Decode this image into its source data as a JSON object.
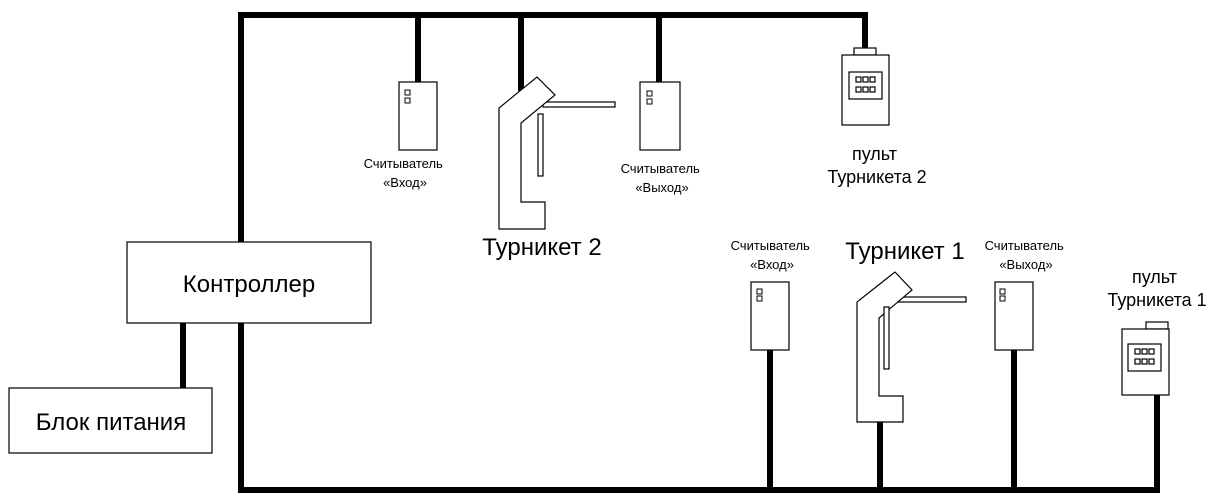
{
  "diagram": {
    "controller_label": "Контроллер",
    "power_supply_label": "Блок питания",
    "turnstile2": {
      "title": "Турникет 2",
      "reader_in": [
        "Считыватель",
        "«Вход»"
      ],
      "reader_out": [
        "Считыватель",
        "«Выход»"
      ],
      "remote": [
        "пульт",
        "Турникета 2"
      ]
    },
    "turnstile1": {
      "title": "Турникет 1",
      "reader_in": [
        "Считыватель",
        "«Вход»"
      ],
      "reader_out": [
        "Считыватель",
        "«Выход»"
      ],
      "remote": [
        "пульт",
        "Турникета 1"
      ]
    }
  }
}
